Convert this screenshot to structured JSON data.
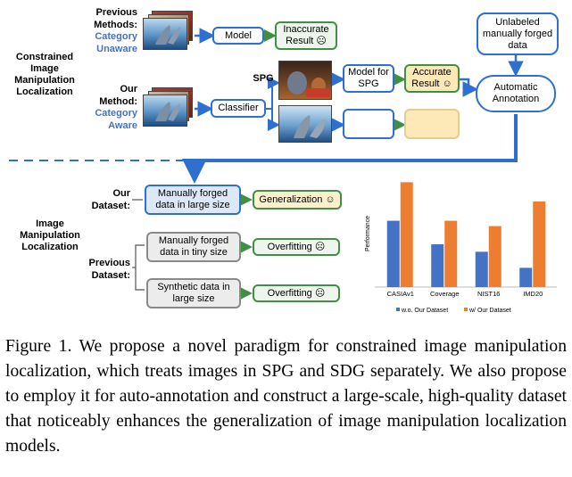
{
  "figure": {
    "left_labels": {
      "constrained": "Constrained Image Manipulation Localization",
      "iml": "Image Manipulation Localization"
    },
    "previous_methods": {
      "line1": "Previous",
      "line2": "Methods:",
      "line3": "Category",
      "line4": "Unaware"
    },
    "our_method": {
      "line1": "Our",
      "line2": "Method:",
      "line3": "Category",
      "line4": "Aware"
    },
    "our_dataset": {
      "line1": "Our",
      "line2": "Dataset:"
    },
    "previous_dataset": {
      "line1": "Previous",
      "line2": "Dataset:"
    },
    "boxes": {
      "model": "Model",
      "inaccurate": "Inaccurate Result ☹",
      "classifier": "Classifier",
      "spg": "SPG",
      "model_spg": "Model for SPG",
      "accurate": "Accurate Result ☺",
      "unlabeled": "Unlabeled manually forged data",
      "auto_annotation": "Automatic Annotation",
      "manual_large": "Manually forged data in large size",
      "generalization": "Generalization ☺",
      "manual_tiny": "Manually forged data in tiny size",
      "overfitting1": "Overfitting ☹",
      "synthetic_large": "Synthetic data in large size",
      "overfitting2": "Overfitting ☹"
    },
    "colors": {
      "blue": "#2f6fd0",
      "green": "#3f8f45",
      "bar_blue": "#4472c4",
      "bar_orange": "#ed7d31"
    }
  },
  "chart_data": {
    "type": "bar",
    "categories": [
      "CASIAv1",
      "Coverage",
      "NIST16",
      "IMD20"
    ],
    "series": [
      {
        "name": "w.o. Our Dataset",
        "values": [
          0.62,
          0.4,
          0.33,
          0.18
        ]
      },
      {
        "name": "w/ Our Dataset",
        "values": [
          0.98,
          0.62,
          0.57,
          0.8
        ]
      }
    ],
    "ylabel": "Performance",
    "ylim": [
      0,
      1.05
    ],
    "legend": "bottom",
    "grid": false
  },
  "caption": "Figure 1. We propose a novel paradigm for constrained image manipulation localization, which treats images in SPG and SDG separately. We also propose to employ it for auto-annotation and construct a large-scale, high-quality dataset that noticeably enhances the generalization of image manipulation localization models."
}
